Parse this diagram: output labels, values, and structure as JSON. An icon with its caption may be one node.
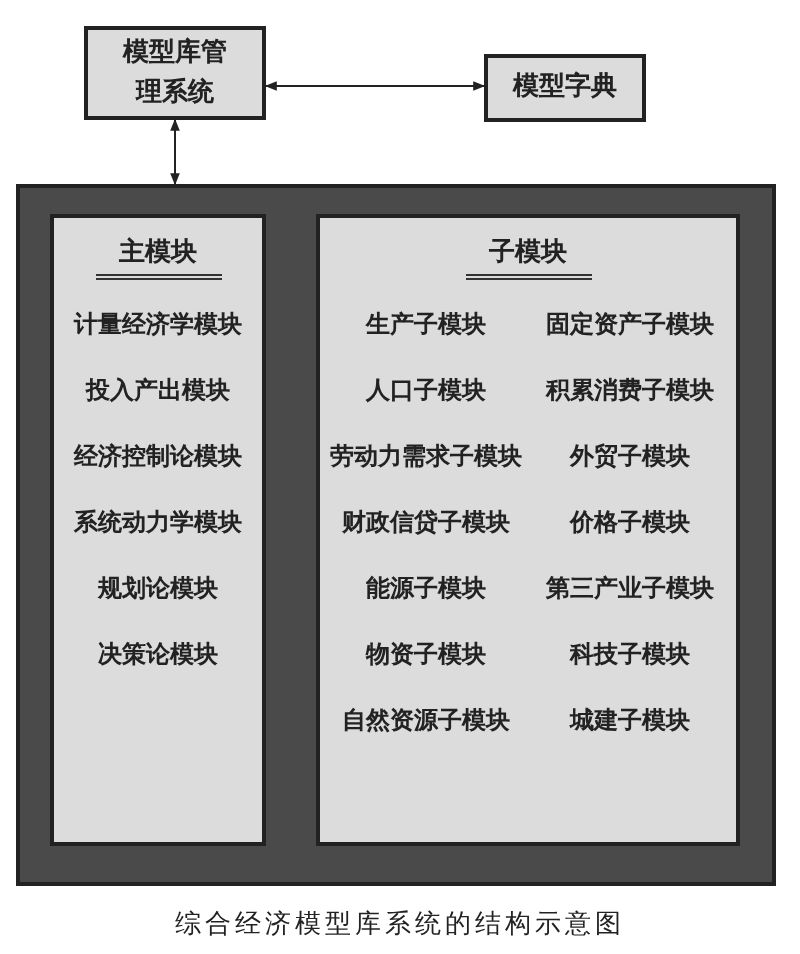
{
  "diagram": {
    "caption": "综合经济模型库系统的结构示意图",
    "nodes": [
      {
        "text": [
          "模型库管理系统"
        ]
      },
      {
        "text": [
          "模型字典"
        ]
      },
      {
        "text": [],
        "shape": "box"
      },
      {
        "text": [
          "主模块",
          "计量经济学模块",
          "投入产出模块",
          "经济控制论模块",
          "系统动力学模块",
          "规划论模块",
          "决策论模块"
        ],
        "in": 2
      },
      {
        "text": [
          "子模块",
          "生产子模块",
          "固定资产子模块",
          "人口子模块",
          "积累消费子模块",
          "劳动力需求子模块",
          "外贸子模块",
          "财政信贷子模块",
          "价格子模块",
          "能源子模块",
          "第三产业子模块",
          "物资子模块",
          "科技子模块",
          "自然资源子模块",
          "城建子模块"
        ],
        "in": 2
      }
    ],
    "edges": [
      {
        "from": 0,
        "to": 1,
        "arrow": "both"
      },
      {
        "from": 0,
        "to": 2,
        "arrow": "both"
      }
    ]
  }
}
